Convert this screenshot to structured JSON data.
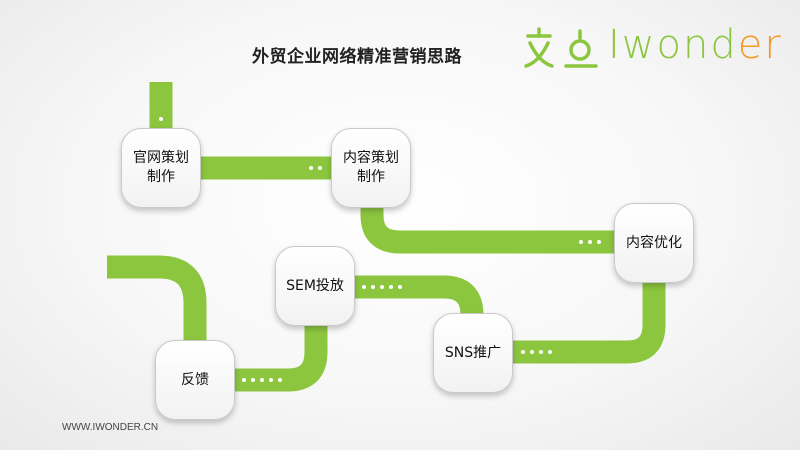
{
  "title": "外贸企业网络精准营销思路",
  "logo": {
    "text_main": "Iwond",
    "text_tail": "er",
    "brand_colors": [
      "#8cc63f",
      "#f29a2e"
    ]
  },
  "nodes": {
    "website": {
      "line1": "官网策划",
      "line2": "制作"
    },
    "content_planning": {
      "line1": "内容策划",
      "line2": "制作"
    },
    "content_optimization": {
      "line1": "内容优化"
    },
    "sns": {
      "line1": "SNS推广"
    },
    "sem": {
      "line1": "SEM投放"
    },
    "feedback": {
      "line1": "反馈"
    }
  },
  "path_color": "#8cc63f",
  "footer": "WWW.IWONDER.CN"
}
